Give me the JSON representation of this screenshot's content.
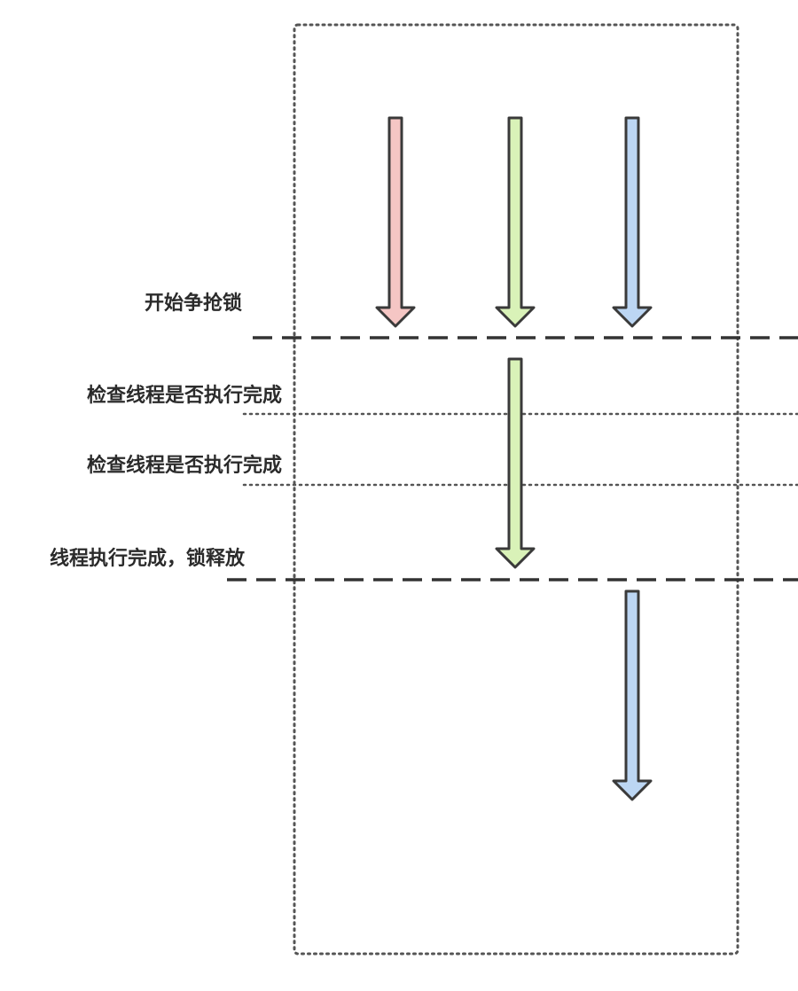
{
  "labels": {
    "start_contend": "开始争抢锁",
    "check_1": "检查线程是否执行完成",
    "check_2": "检查线程是否执行完成",
    "done_release": "线程执行完成，锁释放"
  },
  "colors": {
    "thread_1": "#f5c6c4",
    "thread_2": "#d9f2b8",
    "thread_3": "#bcd6f3",
    "outline": "#3a3a3a",
    "dashed_line": "#333333",
    "dotted_line": "#555555"
  }
}
